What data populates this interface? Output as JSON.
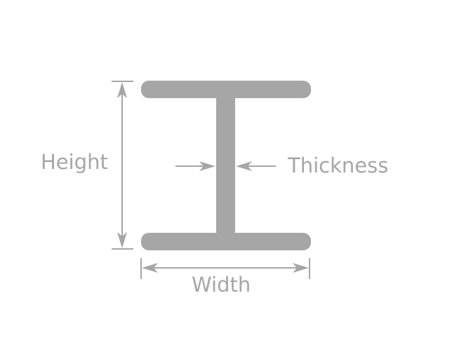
{
  "labels": {
    "height": "Height",
    "thickness": "Thickness",
    "width": "Width"
  },
  "colors": {
    "beam": "#a6a6a6",
    "dimension": "#a6a6a6",
    "text": "#a6a6a6",
    "background": "#ffffff"
  }
}
